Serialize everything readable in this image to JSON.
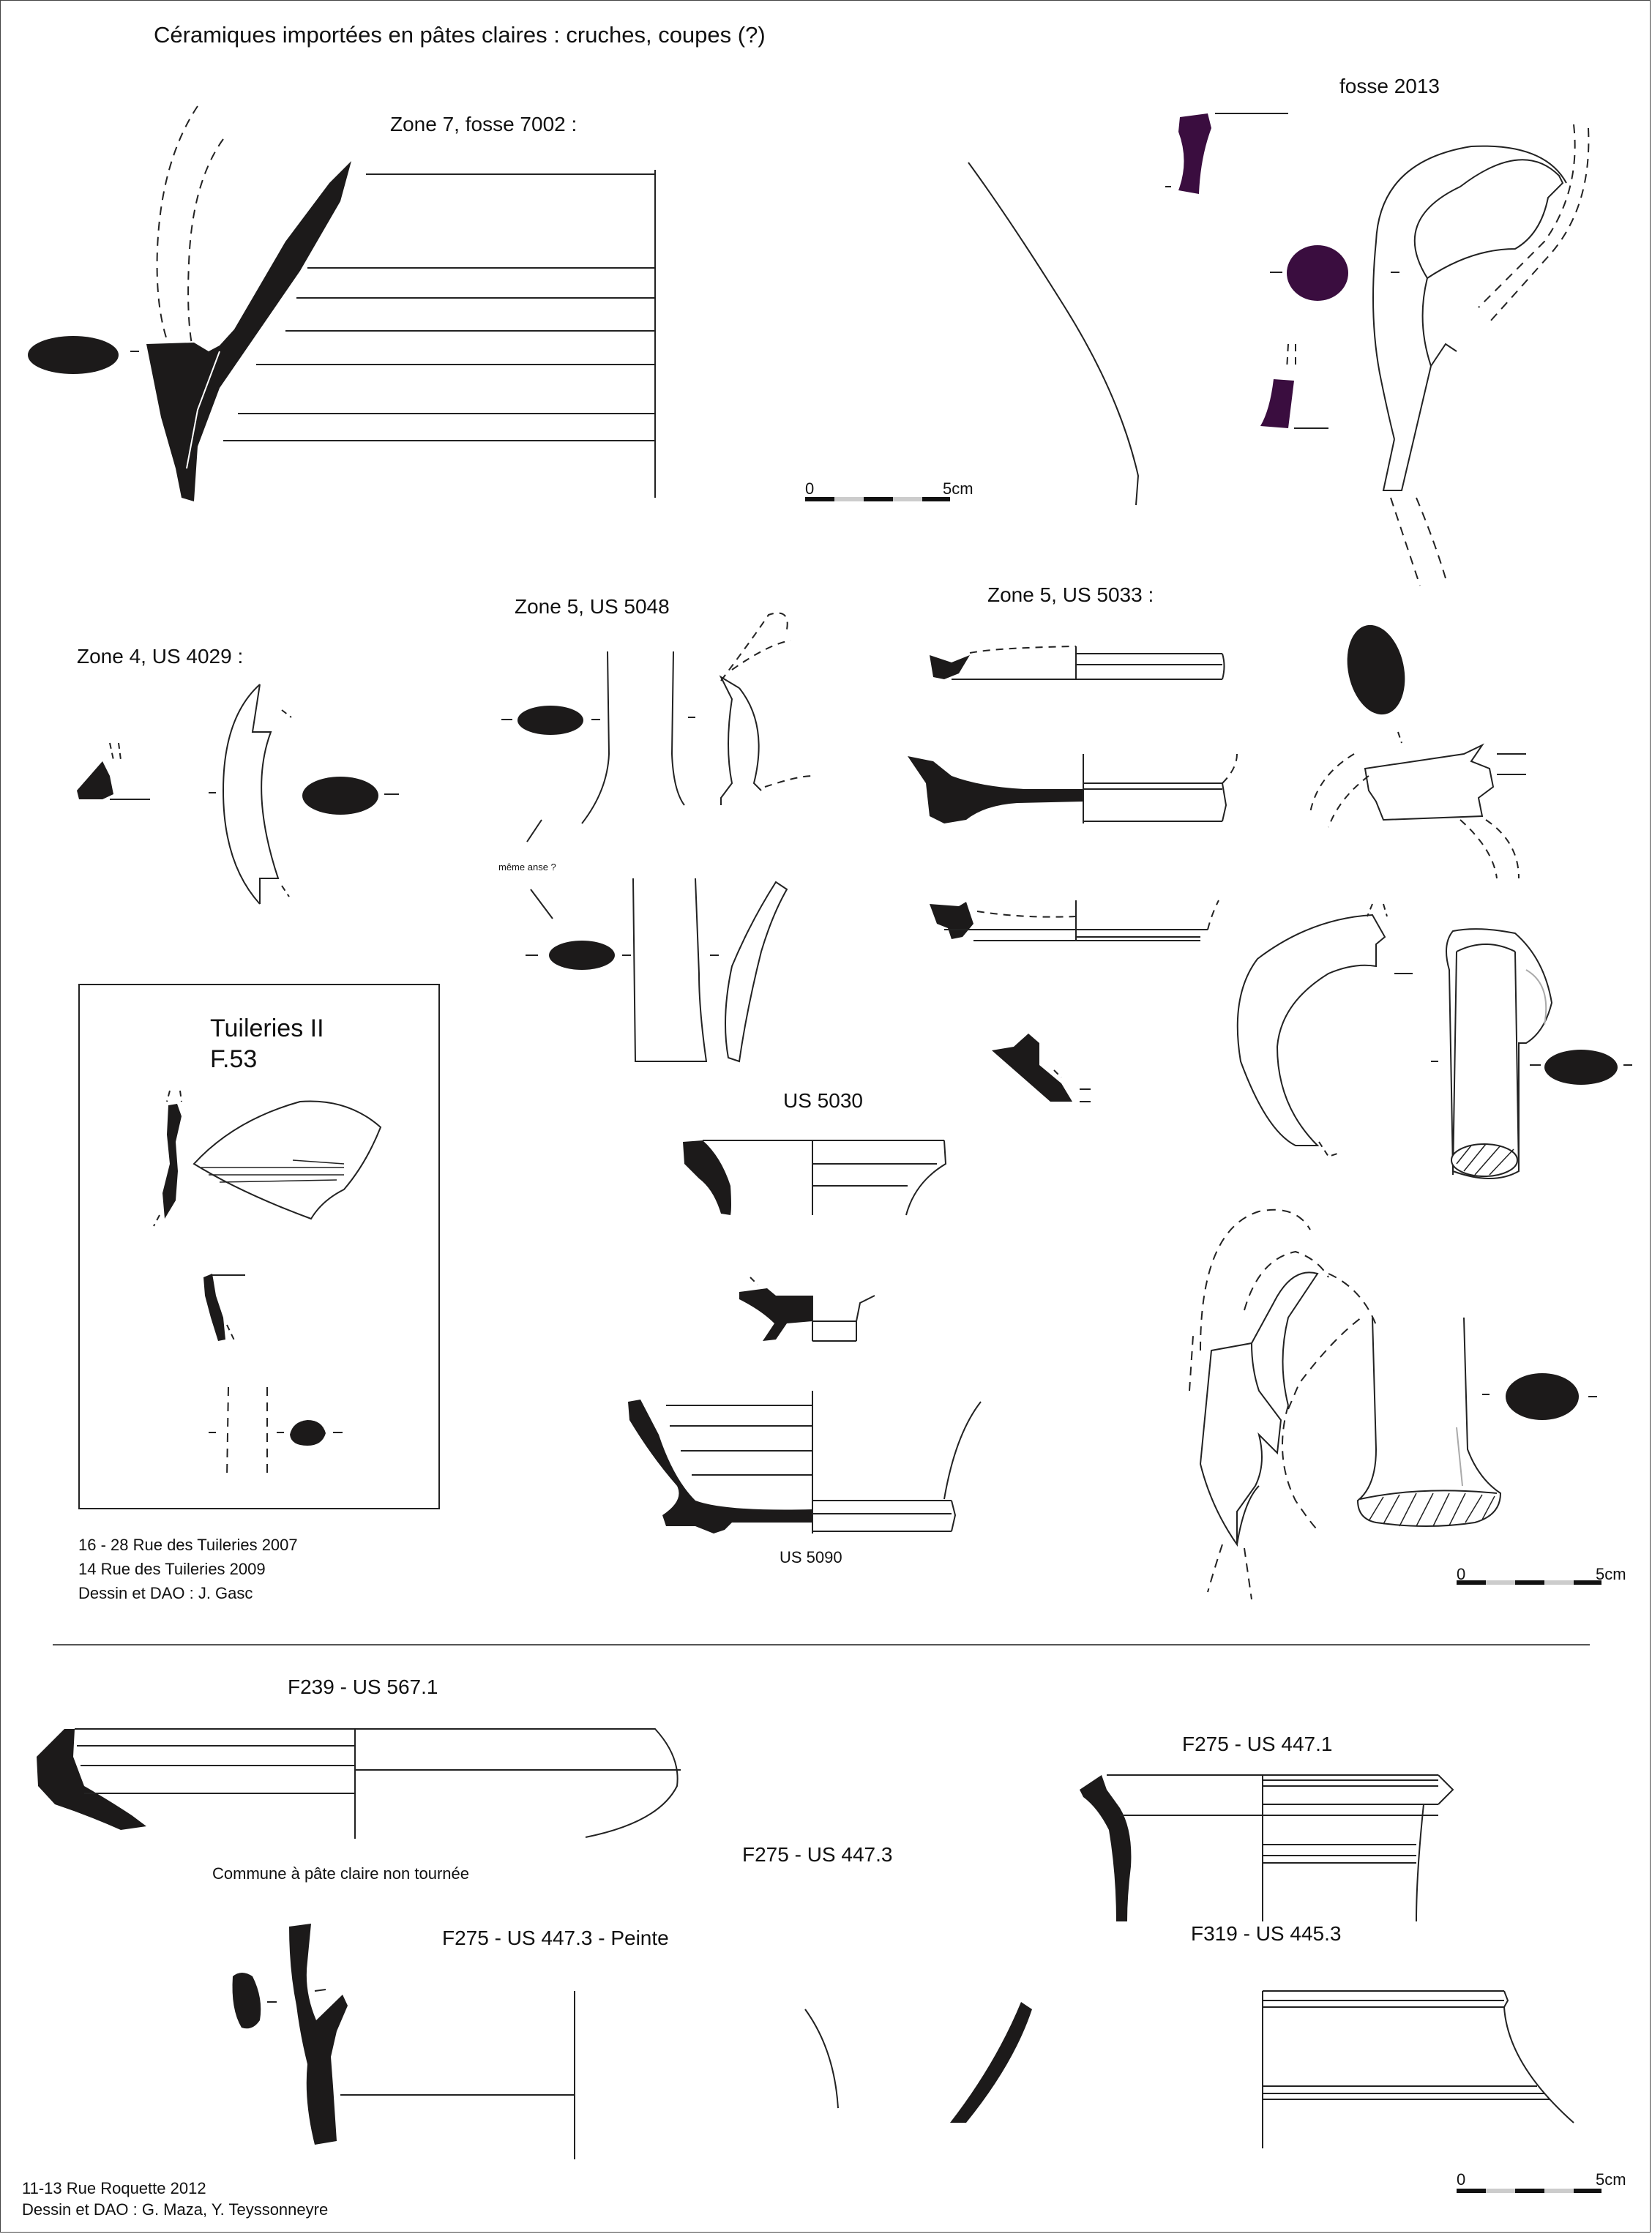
{
  "title": "Céramiques importées en pâtes claires : cruches, coupes (?)",
  "labels": {
    "zone7": "Zone 7, fosse 7002 :",
    "fosse2013": "fosse 2013",
    "zone4": "Zone 4, US 4029 :",
    "zone5_5048": "Zone 5, US 5048",
    "zone5_5033": "Zone 5, US 5033 :",
    "meme_anse": "même anse ?",
    "us5030": "US 5030",
    "us5090": "US 5090",
    "tuileries_title": "Tuileries II",
    "tuileries_feature": "F.53",
    "f239": "F239 - US 567.1",
    "f275_4471": "F275 - US 447.1",
    "commune": "Commune à pâte claire non tournée",
    "f275_4473": "F275 - US 447.3",
    "f275_peinte": "F275 - US 447.3 - Peinte",
    "f319": "F319 - US 445.3"
  },
  "credits_top": {
    "line1": "16 - 28 Rue des Tuileries 2007",
    "line2": "14 Rue des Tuileries 2009",
    "line3": "Dessin et DAO : J. Gasc"
  },
  "credits_bottom": {
    "line1": "11-13 Rue Roquette 2012",
    "line2": "Dessin et DAO : G. Maza, Y. Teyssonneyre"
  },
  "scale_bars": {
    "zero": "0",
    "five": "5cm"
  },
  "colors": {
    "profile_fill": "#1c1a1a",
    "purple_fill": "#3a0d3f",
    "line": "#222222"
  }
}
